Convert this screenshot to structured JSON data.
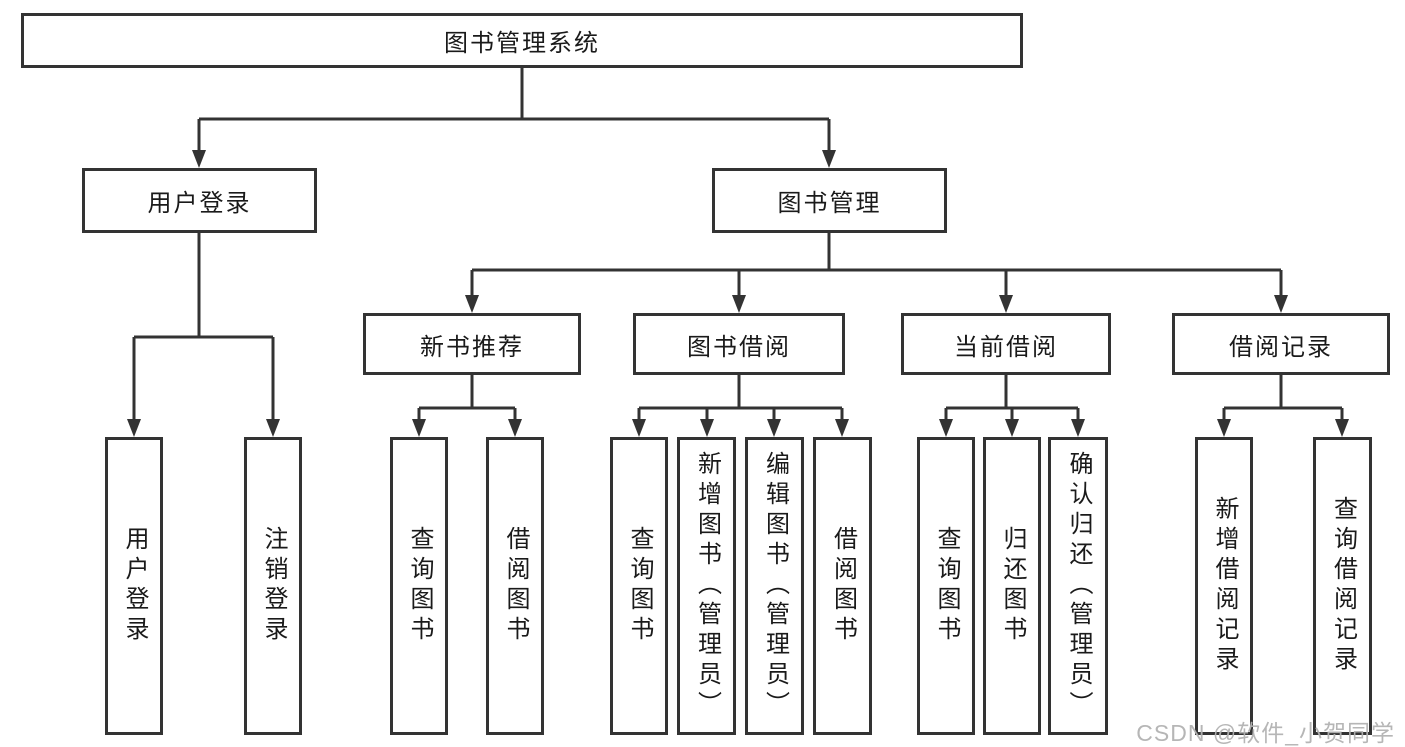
{
  "diagram": {
    "watermark": "CSDN @软件_小贺同学",
    "colors": {
      "border": "#333333",
      "line": "#333333",
      "text": "#1a1a1a",
      "watermark": "#b2b2b2"
    },
    "root": {
      "label": "图书管理系统"
    },
    "branches": [
      {
        "label": "用户登录",
        "children": [
          {
            "label": "用户登录"
          },
          {
            "label": "注销登录"
          }
        ]
      },
      {
        "label": "图书管理",
        "children": [
          {
            "label": "新书推荐",
            "children": [
              {
                "label": "查询图书"
              },
              {
                "label": "借阅图书"
              }
            ]
          },
          {
            "label": "图书借阅",
            "children": [
              {
                "label": "查询图书"
              },
              {
                "label": "新增图书（管理员）"
              },
              {
                "label": "编辑图书（管理员）"
              },
              {
                "label": "借阅图书"
              }
            ]
          },
          {
            "label": "当前借阅",
            "children": [
              {
                "label": "查询图书"
              },
              {
                "label": "归还图书"
              },
              {
                "label": "确认归还（管理员）"
              }
            ]
          },
          {
            "label": "借阅记录",
            "children": [
              {
                "label": "新增借阅记录"
              },
              {
                "label": "查询借阅记录"
              }
            ]
          }
        ]
      }
    ]
  }
}
